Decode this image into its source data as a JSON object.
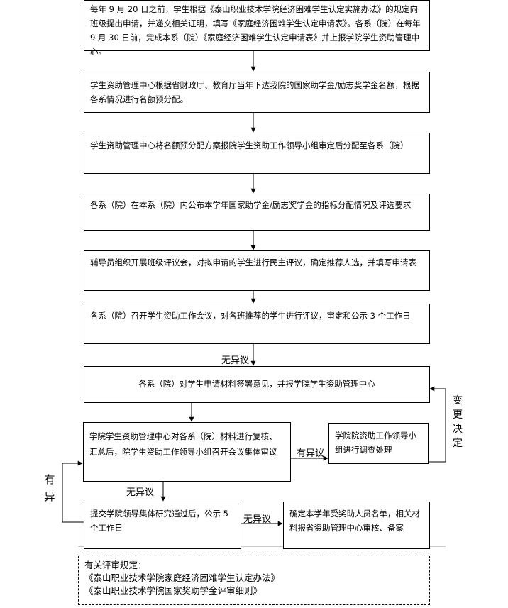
{
  "steps": {
    "s1": "每年 9 月 20 日之前，学生根据《泰山职业技术学院经济困难学生认定实施办法》的规定向班级提出申请，并递交相关证明，填写《家庭经济困难学生认定申请表》。各系（院）在每年 9 月 30 日前，完成本系（院）《家庭经济困难学生认定申请表》并上报学院学生资助管理中心。",
    "s2": "学生资助管理中心根据省财政厅、教育厅当年下达我院的国家助学金/励志奖学金名额，根据各系情况进行名额预分配。",
    "s3": "学生资助管理中心将名额预分配方案报院学生资助工作领导小组审定后分配至各系（院）",
    "s4": "各系（院）在本系（院）内公布本学年国家助学金/励志奖学金的指标分配情况及评选要求",
    "s5": "辅导员组织开展班级评议会，对拟申请的学生进行民主评议，确定推荐人选，并填写申请表",
    "s6": "各系（院）召开学生资助工作会议，对各班推荐的学生进行评议，审定和公示 3 个工作日",
    "s7": "各系（院）对学生申请材料签署意见，并报学院学生资助管理中心",
    "s8": "学院学生资助管理中心对各系（院）材料进行复核、汇总后，院学生资助工作领导小组召开会议集体审议",
    "s9": "学院院资助工作领导小组进行调查处理",
    "s10": "提交学院领导集体研究通过后，公示 5 个工作日",
    "s11": "确定本学年受奖助人员名单，相关材料报省资助管理中心审核、备案"
  },
  "labels": {
    "no_objection_1": "无异议",
    "no_objection_2": "无异议",
    "no_objection_3": "无异议",
    "objection_right": "有异议",
    "objection_left": "有异",
    "change_decision": "变更决定"
  },
  "notes": {
    "title": "有关评审规定：",
    "rule1": "《泰山职业技术学院家庭经济困难学生认定办法》",
    "rule2": "《泰山职业技术学院国家奖助学金评审细则》"
  }
}
